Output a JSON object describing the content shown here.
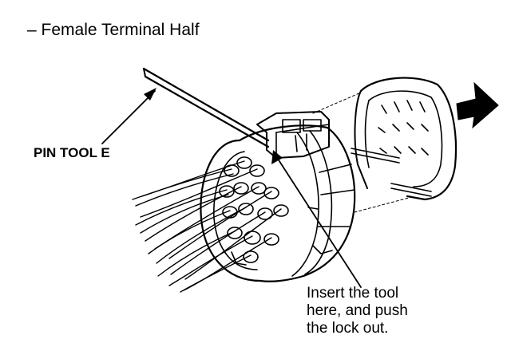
{
  "title": "– Female Terminal Half",
  "labels": {
    "pin_tool": "PIN TOOL E",
    "instruction_lines": [
      "Insert the tool",
      "here, and push",
      "the lock out."
    ]
  },
  "colors": {
    "ink": "#000000",
    "background": "#ffffff"
  },
  "icons": {
    "direction": "arrow-right-icon"
  }
}
